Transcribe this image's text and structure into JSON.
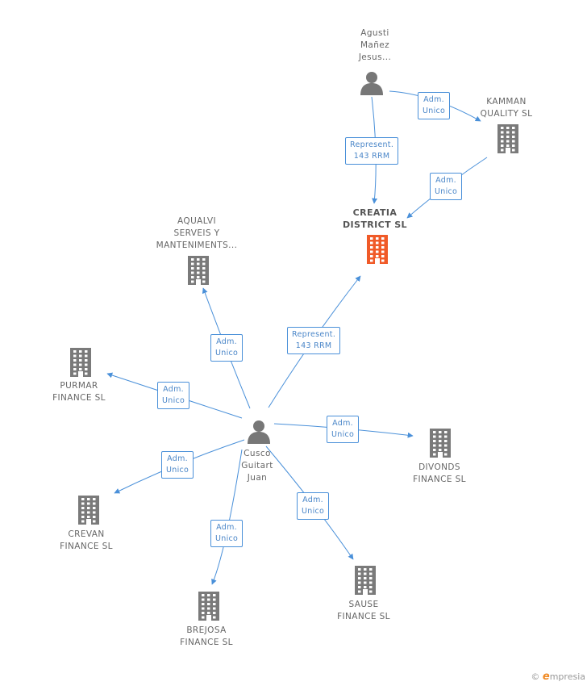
{
  "colors": {
    "edge": "#4a90d9",
    "building": "#7a7a7a",
    "focus": "#f05a28",
    "person": "#777777"
  },
  "nodes": [
    {
      "id": "agusti",
      "type": "person",
      "label": "Agusti\nMañez\nJesus..."
    },
    {
      "id": "kamman",
      "type": "company",
      "label": "KAMMAN\nQUALITY SL"
    },
    {
      "id": "creatia",
      "type": "company",
      "focus": true,
      "label": "CREATIA\nDISTRICT SL"
    },
    {
      "id": "aqualvi",
      "type": "company",
      "label": "AQUALVI\nSERVEIS Y\nMANTENIMENTS..."
    },
    {
      "id": "purmar",
      "type": "company",
      "label": "PURMAR\nFINANCE SL"
    },
    {
      "id": "cusco",
      "type": "person",
      "label": "Cusco\nGuitart\nJuan"
    },
    {
      "id": "divonds",
      "type": "company",
      "label": "DIVONDS\nFINANCE SL"
    },
    {
      "id": "crevan",
      "type": "company",
      "label": "CREVAN\nFINANCE SL"
    },
    {
      "id": "sause",
      "type": "company",
      "label": "SAUSE\nFINANCE SL"
    },
    {
      "id": "brejosa",
      "type": "company",
      "label": "BREJOSA\nFINANCE SL"
    }
  ],
  "edges": [
    {
      "from": "agusti",
      "to": "creatia",
      "label": "Represent.\n143 RRM"
    },
    {
      "from": "agusti",
      "to": "kamman",
      "label": "Adm.\nUnico"
    },
    {
      "from": "kamman",
      "to": "creatia",
      "label": "Adm.\nUnico"
    },
    {
      "from": "cusco",
      "to": "creatia",
      "label": "Represent.\n143 RRM"
    },
    {
      "from": "cusco",
      "to": "aqualvi",
      "label": "Adm.\nUnico"
    },
    {
      "from": "cusco",
      "to": "purmar",
      "label": "Adm.\nUnico"
    },
    {
      "from": "cusco",
      "to": "divonds",
      "label": "Adm.\nUnico"
    },
    {
      "from": "cusco",
      "to": "crevan",
      "label": "Adm.\nUnico"
    },
    {
      "from": "cusco",
      "to": "sause",
      "label": "Adm.\nUnico"
    },
    {
      "from": "cusco",
      "to": "brejosa",
      "label": "Adm.\nUnico"
    }
  ],
  "footer": {
    "copyright": "©",
    "brand_initial": "e",
    "brand_rest": "mpresia"
  }
}
